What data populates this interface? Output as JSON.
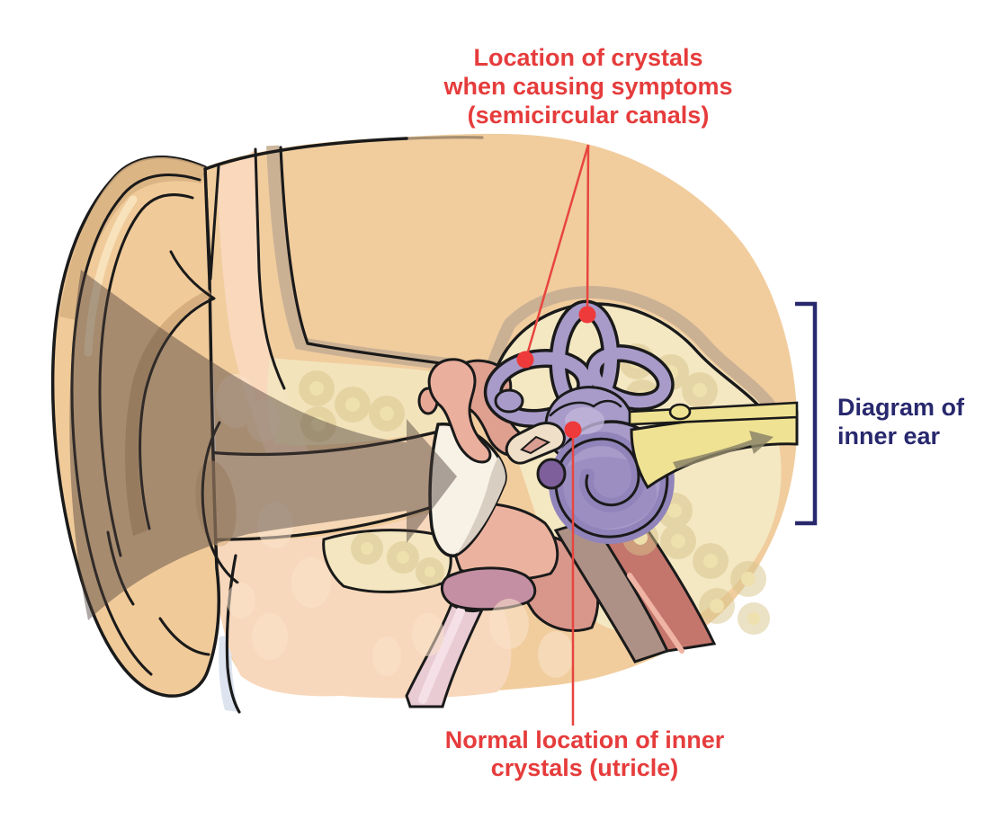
{
  "labels": {
    "symptom_location": {
      "lines": [
        "Location of crystals",
        "when causing symptoms",
        "(semicircular canals)"
      ]
    },
    "normal_location": {
      "lines": [
        "Normal location of inner",
        "crystals (utricle)"
      ]
    },
    "caption": {
      "lines": [
        "Diagram of",
        "inner ear"
      ]
    }
  },
  "colors": {
    "annotation_red": "#e63c3c",
    "caption_navy": "#28286e",
    "skin_tan": "#f1cd9e",
    "face_pink": "#f8d8bc",
    "bone_yellow": "#f3e7c1",
    "labyrinth_purple": "#a89bc9",
    "labyrinth_purple_dark": "#9184ba",
    "nerve_yellow": "#efe292",
    "ossicle_pink": "#e59a8c",
    "eardrum_cream": "#f7f1e6",
    "eustachian_mauve": "#c48fa2",
    "sound_arrow_gray": "rgba(75,62,58,0.45)",
    "outline_black": "#1a1a1a",
    "background": "#ffffff"
  }
}
